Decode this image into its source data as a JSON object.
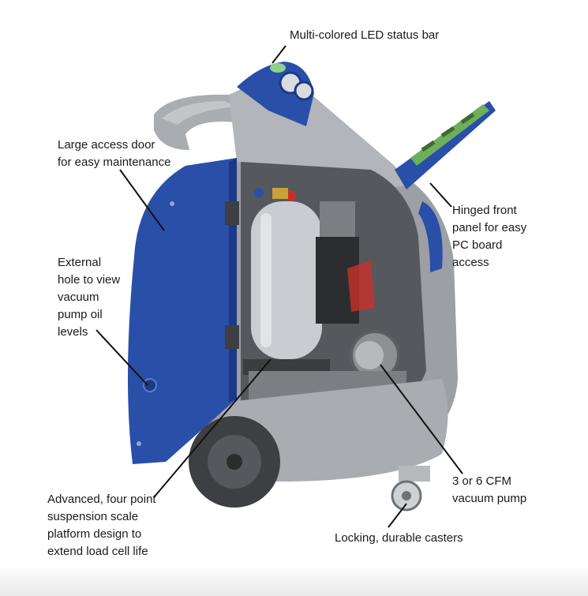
{
  "callouts": {
    "led_status_bar": "Multi-colored LED status bar",
    "access_door": "Large access door\nfor easy maintenance",
    "hinged_panel": "Hinged front\npanel for easy\nPC board\naccess",
    "oil_hole": "External\nhole to view\nvacuum\npump oil\nlevels",
    "vacuum_pump": "3 or 6 CFM\nvacuum pump",
    "suspension_scale": "Advanced, four point\nsuspension scale\nplatform design to\nextend load cell life",
    "casters": "Locking, durable casters"
  },
  "colors": {
    "body_gray": "#9c9fa3",
    "body_dark": "#6f7276",
    "door_blue": "#2a4fa8",
    "door_blue_dark": "#1b3a86",
    "tank_silver": "#c9ccd1",
    "wheel": "#3d3f42",
    "board_green": "#6fae5a",
    "text": "#1a1a1a"
  }
}
